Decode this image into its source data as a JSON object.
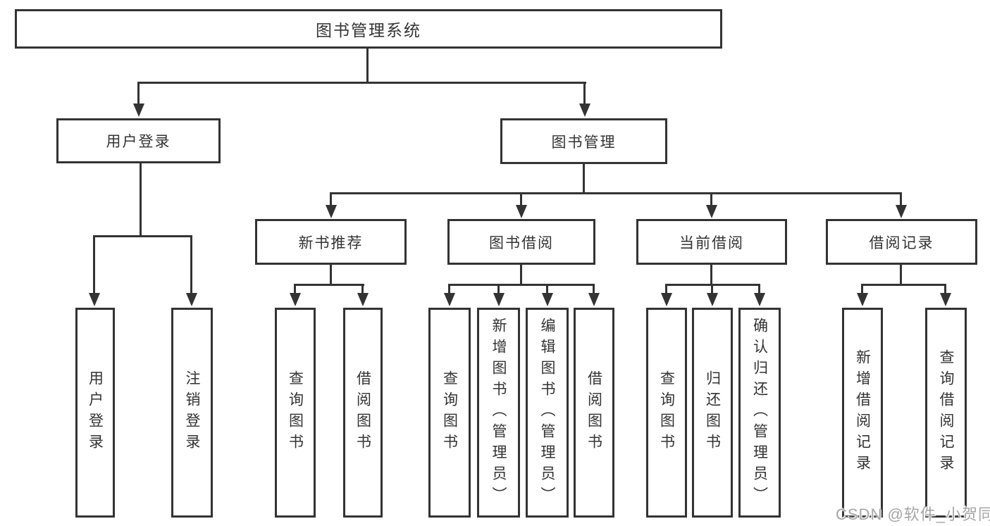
{
  "colors": {
    "line": "#333333",
    "text": "#333333",
    "background": "#ffffff",
    "watermark": "#a6a6a6"
  },
  "tree": {
    "root": {
      "label": "图书管理系统"
    },
    "branches": [
      {
        "label": "用户登录",
        "children": [
          {
            "label": "用户登录"
          },
          {
            "label": "注销登录"
          }
        ]
      },
      {
        "label": "图书管理",
        "children": [
          {
            "label": "新书推荐",
            "children": [
              {
                "label": "查询图书"
              },
              {
                "label": "借阅图书"
              }
            ]
          },
          {
            "label": "图书借阅",
            "children": [
              {
                "label": "查询图书"
              },
              {
                "label": "新增图书（管理员）"
              },
              {
                "label": "编辑图书（管理员）"
              },
              {
                "label": "借阅图书"
              }
            ]
          },
          {
            "label": "当前借阅",
            "children": [
              {
                "label": "查询图书"
              },
              {
                "label": "归还图书"
              },
              {
                "label": "确认归还（管理员）"
              }
            ]
          },
          {
            "label": "借阅记录",
            "children": [
              {
                "label": "新增借阅记录"
              },
              {
                "label": "查询借阅记录"
              }
            ]
          }
        ]
      }
    ]
  },
  "watermark": {
    "text": "CSDN @软件_小贺同学"
  }
}
